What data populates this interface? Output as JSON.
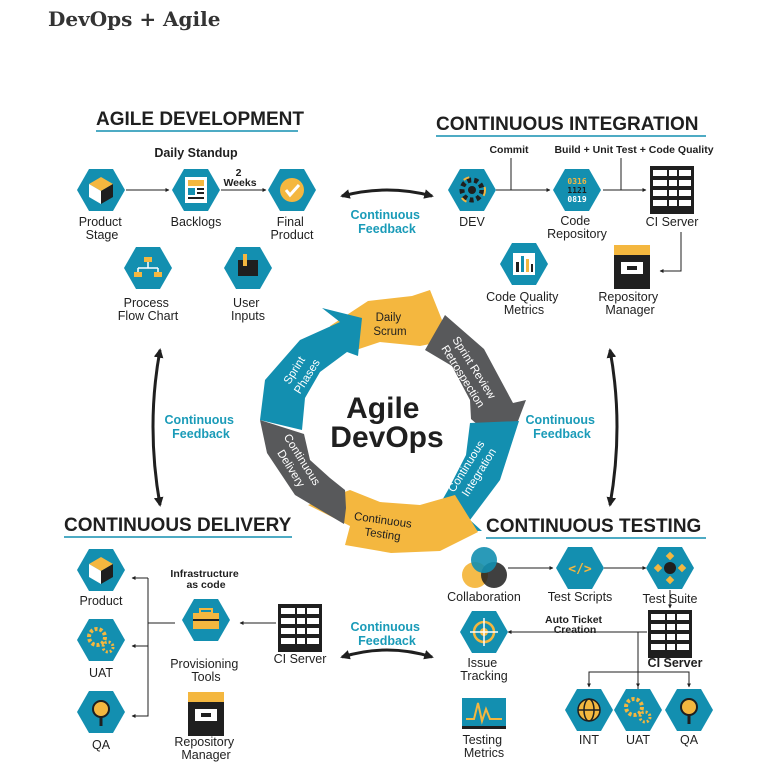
{
  "page_title": "DevOps + Agile",
  "colors": {
    "teal": "#138fb0",
    "gold": "#f4b73f",
    "gray": "#58595b",
    "text": "#1f1f1f",
    "feedback": "#1a9bb8"
  },
  "center": {
    "line1": "Agile",
    "line2": "DevOps"
  },
  "ring": {
    "daily_scrum": [
      "Daily",
      "Scrum"
    ],
    "sprint_review": [
      "Sprint Review",
      "Retrospection"
    ],
    "continuous_integration": [
      "Continuous",
      "Integration"
    ],
    "continuous_testing": [
      "Continuous",
      "Testing"
    ],
    "continuous_delivery": [
      "Continuous",
      "Delivery"
    ],
    "sprint_phases": [
      "Sprint",
      "Phases"
    ]
  },
  "feedback": {
    "line1": "Continuous",
    "line2": "Feedback"
  },
  "agile_development": {
    "title": "AGILE DEVELOPMENT",
    "subtitle": "Daily Standup",
    "weeks": [
      "2",
      "Weeks"
    ],
    "product_stage": [
      "Product",
      "Stage"
    ],
    "backlogs": "Backlogs",
    "final_product": [
      "Final",
      "Product"
    ],
    "process_flow_chart": [
      "Process",
      "Flow Chart"
    ],
    "user_inputs": [
      "User",
      "Inputs"
    ]
  },
  "continuous_integration": {
    "title": "CONTINUOUS INTEGRATION",
    "commit": "Commit",
    "build_label": "Build + Unit Test + Code Quality",
    "dev": "DEV",
    "code_repository": [
      "Code",
      "Repository"
    ],
    "code_lines": [
      "0316",
      "1121",
      "0819"
    ],
    "ci_server": "CI Server",
    "code_quality_metrics": [
      "Code Quality",
      "Metrics"
    ],
    "repository_manager": [
      "Repository",
      "Manager"
    ]
  },
  "continuous_delivery": {
    "title": "CONTINUOUS DELIVERY",
    "product": "Product",
    "uat": "UAT",
    "qa": "QA",
    "infrastructure": [
      "Infrastructure",
      "as code"
    ],
    "provisioning_tools": [
      "Provisioning",
      "Tools"
    ],
    "repository_manager": [
      "Repository",
      "Manager"
    ],
    "ci_server": "CI Server"
  },
  "continuous_testing": {
    "title": "CONTINUOUS TESTING",
    "collaboration": "Collaboration",
    "test_scripts": "Test Scripts",
    "test_suite": "Test Suite",
    "auto_ticket": [
      "Auto Ticket",
      "Creation"
    ],
    "issue_tracking": [
      "Issue",
      "Tracking"
    ],
    "ci_server": "CI Server",
    "testing_metrics": [
      "Testing",
      "Metrics"
    ],
    "int": "INT",
    "uat": "UAT",
    "qa": "QA"
  }
}
